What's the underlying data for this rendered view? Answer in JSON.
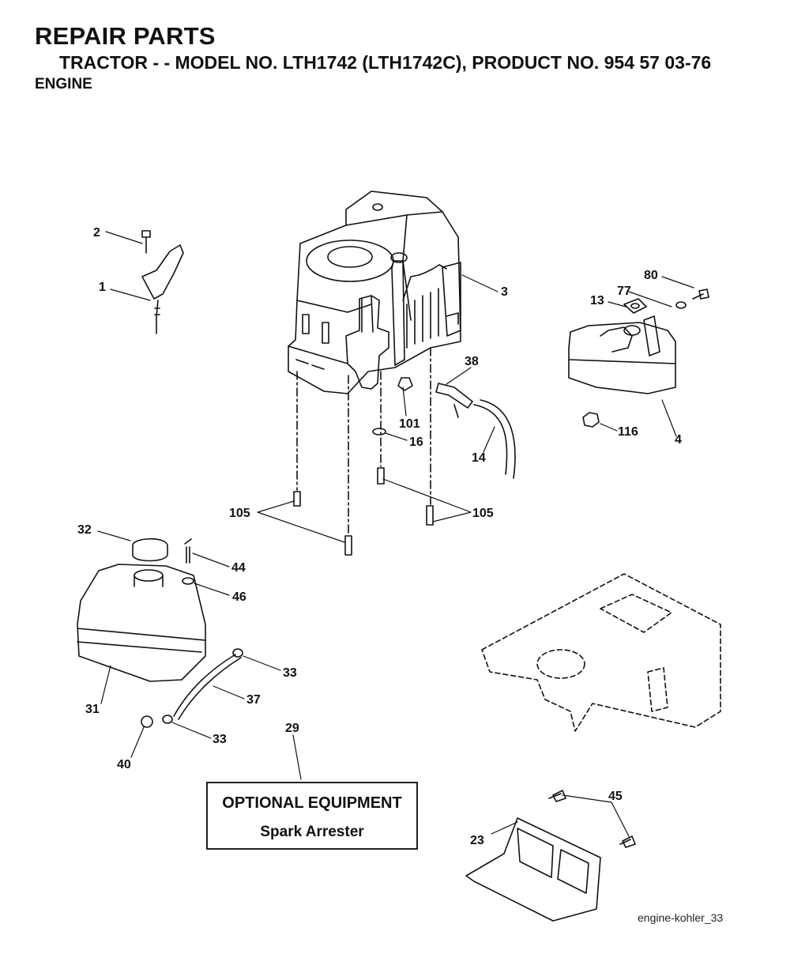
{
  "header": {
    "title": "REPAIR PARTS",
    "subtitle": "TRACTOR - - MODEL NO. LTH1742 (LTH1742C), PRODUCT NO. 954 57 03-76",
    "section": "ENGINE"
  },
  "callouts": {
    "c1": "1",
    "c2": "2",
    "c3": "3",
    "c4": "4",
    "c13": "13",
    "c14": "14",
    "c16": "16",
    "c23": "23",
    "c29": "29",
    "c31": "31",
    "c32": "32",
    "c33a": "33",
    "c33b": "33",
    "c37": "37",
    "c38": "38",
    "c40": "40",
    "c44": "44",
    "c45": "45",
    "c46": "46",
    "c77": "77",
    "c80": "80",
    "c101": "101",
    "c105a": "105",
    "c105b": "105",
    "c116": "116"
  },
  "optional_box": {
    "heading": "OPTIONAL EQUIPMENT",
    "item": "Spark Arrester"
  },
  "figure_id": "engine-kohler_33"
}
